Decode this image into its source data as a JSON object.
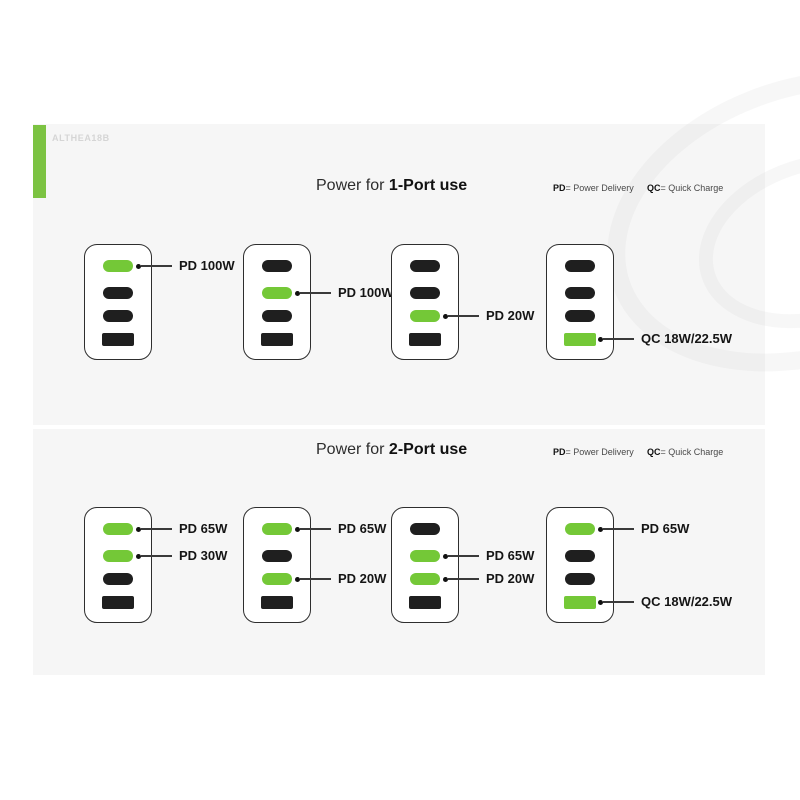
{
  "page": {
    "sku": "ALTHEA18B",
    "colors": {
      "accent_green": "#7CC342",
      "port_green": "#74C837",
      "port_black": "#1F1F1F",
      "panel_bg": "#F6F6F6",
      "label_text": "#151515"
    }
  },
  "sections": [
    {
      "title_prefix": "Power for ",
      "title_bold": "1-Port use",
      "legend": {
        "pd_abbr": "PD",
        "pd_text": "= Power Delivery",
        "qc_abbr": "QC",
        "qc_text": "= Quick Charge"
      },
      "chargers": [
        {
          "ports": [
            {
              "type": "usbc",
              "highlighted": true,
              "label": "PD 100W"
            },
            {
              "type": "usbc",
              "highlighted": false
            },
            {
              "type": "usbc",
              "highlighted": false
            },
            {
              "type": "usba",
              "highlighted": false
            }
          ]
        },
        {
          "ports": [
            {
              "type": "usbc",
              "highlighted": false
            },
            {
              "type": "usbc",
              "highlighted": true,
              "label": "PD 100W"
            },
            {
              "type": "usbc",
              "highlighted": false
            },
            {
              "type": "usba",
              "highlighted": false
            }
          ]
        },
        {
          "ports": [
            {
              "type": "usbc",
              "highlighted": false
            },
            {
              "type": "usbc",
              "highlighted": false
            },
            {
              "type": "usbc",
              "highlighted": true,
              "label": "PD 20W"
            },
            {
              "type": "usba",
              "highlighted": false
            }
          ]
        },
        {
          "ports": [
            {
              "type": "usbc",
              "highlighted": false
            },
            {
              "type": "usbc",
              "highlighted": false
            },
            {
              "type": "usbc",
              "highlighted": false
            },
            {
              "type": "usba",
              "highlighted": true,
              "label": "QC 18W/22.5W"
            }
          ]
        }
      ]
    },
    {
      "title_prefix": "Power for ",
      "title_bold": "2-Port use",
      "legend": {
        "pd_abbr": "PD",
        "pd_text": "= Power Delivery",
        "qc_abbr": "QC",
        "qc_text": "= Quick Charge"
      },
      "chargers": [
        {
          "ports": [
            {
              "type": "usbc",
              "highlighted": true,
              "label": "PD 65W"
            },
            {
              "type": "usbc",
              "highlighted": true,
              "label": "PD 30W"
            },
            {
              "type": "usbc",
              "highlighted": false
            },
            {
              "type": "usba",
              "highlighted": false
            }
          ]
        },
        {
          "ports": [
            {
              "type": "usbc",
              "highlighted": true,
              "label": "PD 65W"
            },
            {
              "type": "usbc",
              "highlighted": false
            },
            {
              "type": "usbc",
              "highlighted": true,
              "label": "PD 20W"
            },
            {
              "type": "usba",
              "highlighted": false
            }
          ]
        },
        {
          "ports": [
            {
              "type": "usbc",
              "highlighted": false
            },
            {
              "type": "usbc",
              "highlighted": true,
              "label": "PD 65W"
            },
            {
              "type": "usbc",
              "highlighted": true,
              "label": "PD 20W"
            },
            {
              "type": "usba",
              "highlighted": false
            }
          ]
        },
        {
          "ports": [
            {
              "type": "usbc",
              "highlighted": true,
              "label": "PD 65W"
            },
            {
              "type": "usbc",
              "highlighted": false
            },
            {
              "type": "usbc",
              "highlighted": false
            },
            {
              "type": "usba",
              "highlighted": true,
              "label": "QC 18W/22.5W"
            }
          ]
        }
      ]
    }
  ]
}
